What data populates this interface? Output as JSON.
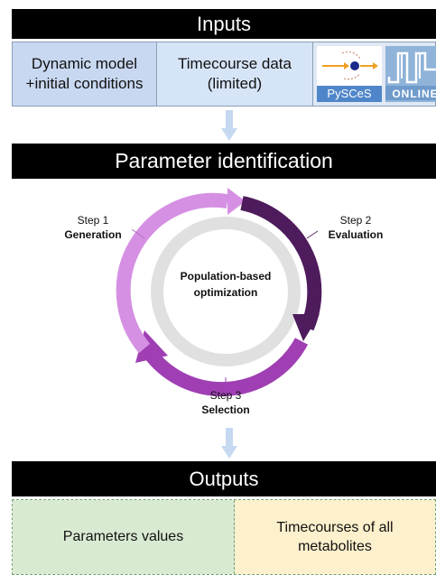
{
  "inputs": {
    "title": "Inputs",
    "model_line1": "Dynamic model",
    "model_line2": "+initial conditions",
    "data_line1": "Timecourse data",
    "data_line2": "(limited)",
    "pysces_label": "PySCeS",
    "jws_label": "ONLINE"
  },
  "parameter": {
    "title": "Parameter identification",
    "center_line1": "Population-based",
    "center_line2": "optimization",
    "step1_num": "Step 1",
    "step1_name": "Generation",
    "step2_num": "Step 2",
    "step2_name": "Evaluation",
    "step3_num": "Step 3",
    "step3_name": "Selection"
  },
  "outputs": {
    "title": "Outputs",
    "params": "Parameters values",
    "time_line1": "Timecourses of all",
    "time_line2": "metabolites"
  },
  "colors": {
    "generation": "#d590e3",
    "evaluation": "#4e1b5c",
    "selection": "#9f3fb3",
    "inner_ring": "#e0e0e0",
    "arrow": "#c5d9f1"
  }
}
